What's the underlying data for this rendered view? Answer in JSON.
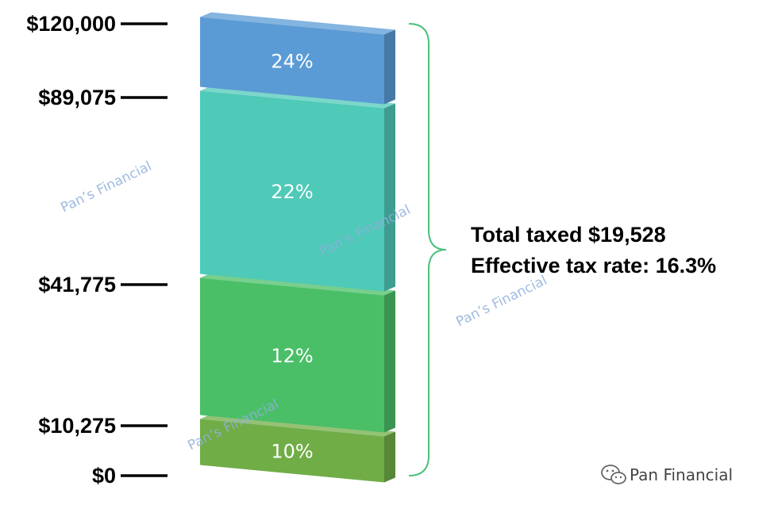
{
  "chart_data": {
    "type": "bar",
    "stacked": true,
    "brackets": [
      {
        "from": 0,
        "to": 10275,
        "rate_label": "10%",
        "color": "#70ad47"
      },
      {
        "from": 10275,
        "to": 41775,
        "rate_label": "12%",
        "color": "#4abf67"
      },
      {
        "from": 41775,
        "to": 89075,
        "rate_label": "22%",
        "color": "#4fc9b8"
      },
      {
        "from": 89075,
        "to": 120000,
        "rate_label": "24%",
        "color": "#5b9bd5"
      }
    ],
    "y_ticks": [
      0,
      10275,
      41775,
      89075,
      120000
    ],
    "y_tick_labels": [
      "$0",
      "$10,275",
      "$41,775",
      "$89,075",
      "$120,000"
    ],
    "ylim": [
      0,
      120000
    ],
    "annotations": [
      "Total taxed $19,528",
      "Effective tax rate: 16.3%"
    ],
    "bracket_color": "#4cc07a"
  },
  "watermark": "Pan’s Financial",
  "brand": {
    "label": "Pan Financial",
    "icon": "wechat-icon"
  }
}
